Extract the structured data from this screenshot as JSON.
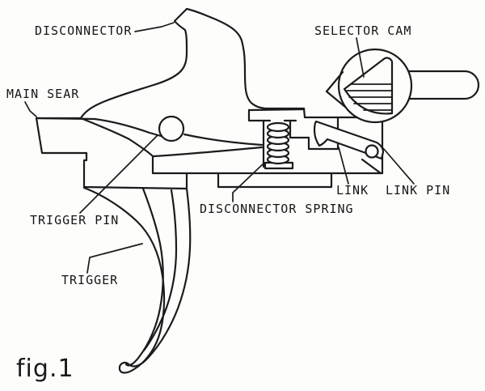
{
  "figure": {
    "caption": "fig.1",
    "type": "patent-line-drawing",
    "subject": "trigger mechanism cross-section",
    "colors": {
      "line": "#1b1b1b",
      "background": "#fdfdfc",
      "text": "#161616"
    },
    "labels": {
      "disconnector": "DISCONNECTOR",
      "selector_cam": "SELECTOR CAM",
      "main_sear": "MAIN SEAR",
      "trigger_pin": "TRIGGER PIN",
      "disconnector_spring": "DISCONNECTOR SPRING",
      "link": "LINK",
      "link_pin": "LINK PIN",
      "trigger": "TRIGGER"
    },
    "parts_list": [
      "DISCONNECTOR",
      "SELECTOR CAM",
      "MAIN SEAR",
      "TRIGGER PIN",
      "DISCONNECTOR SPRING",
      "LINK",
      "LINK PIN",
      "TRIGGER"
    ]
  }
}
